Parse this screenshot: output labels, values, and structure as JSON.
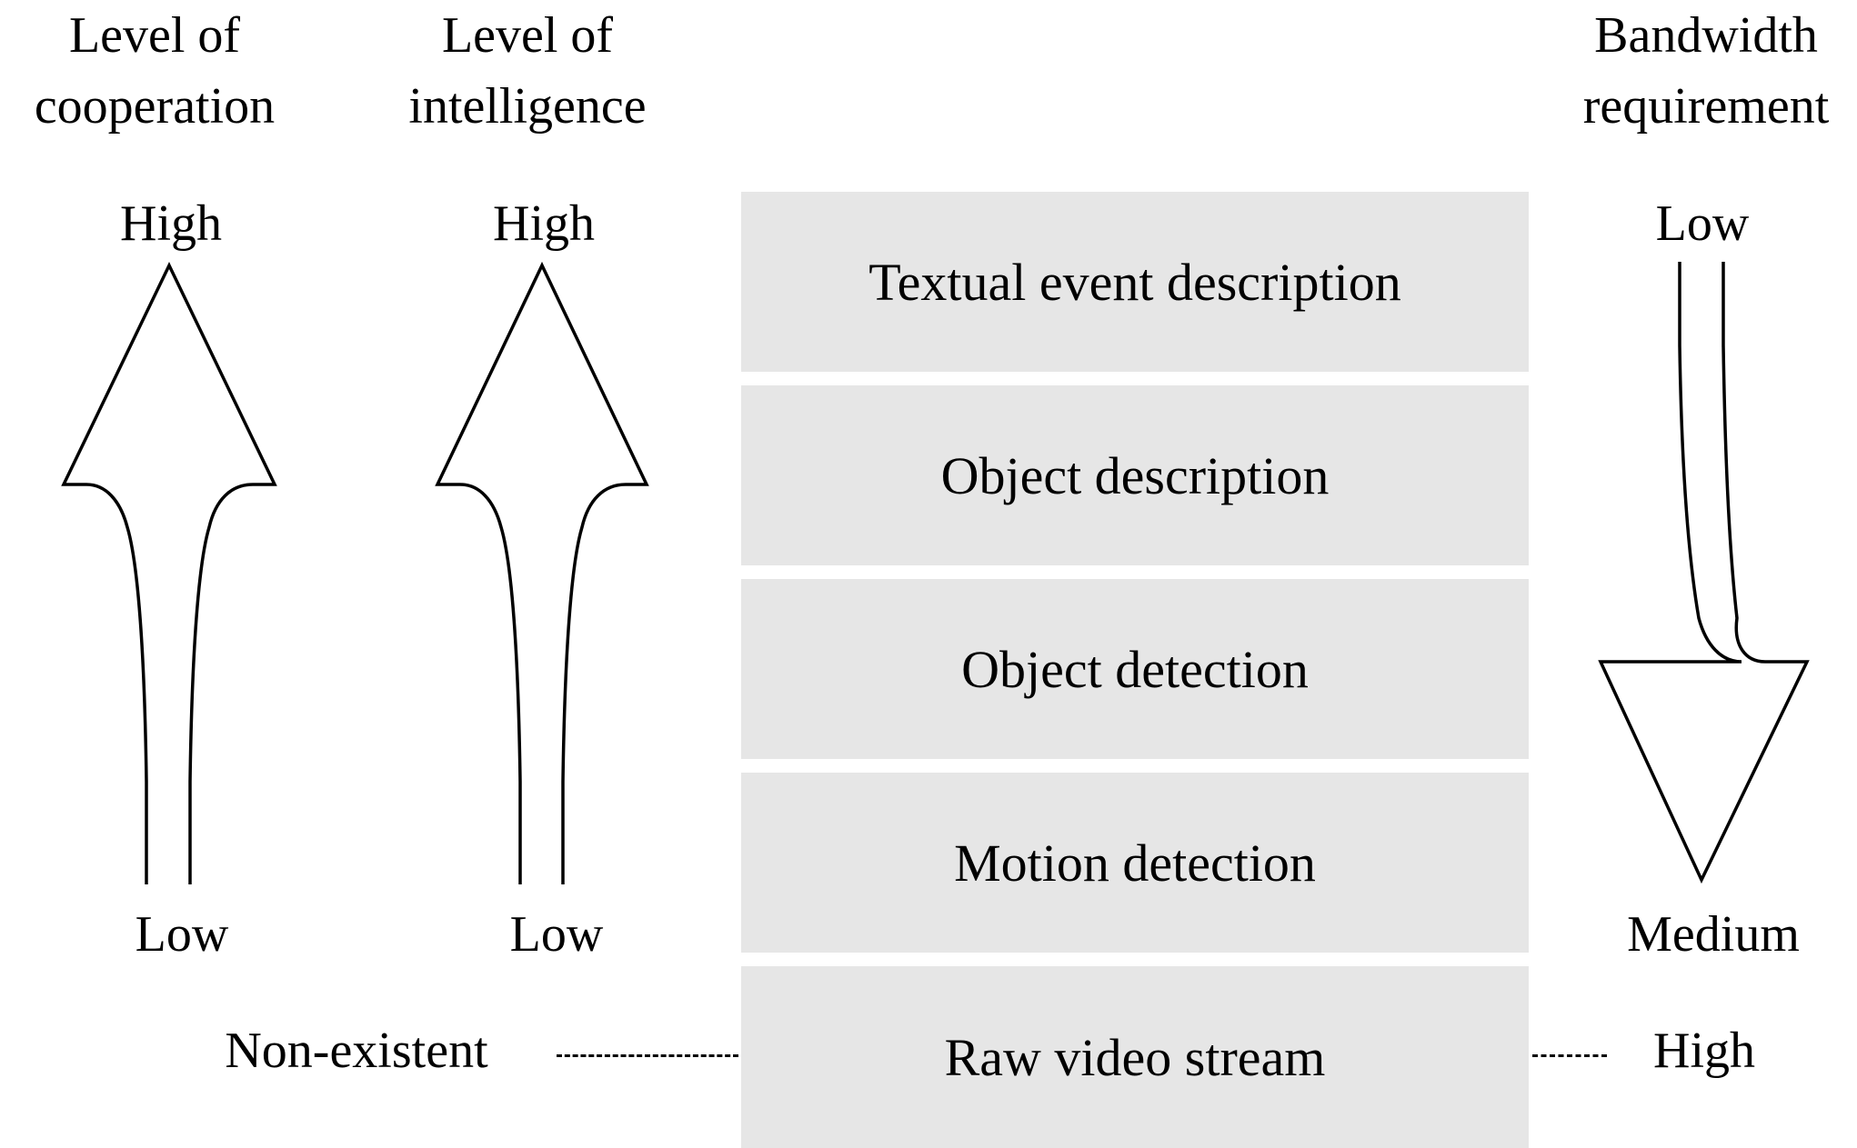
{
  "headers": {
    "cooperation": [
      "Level of",
      "cooperation"
    ],
    "intelligence": [
      "Level of",
      "intelligence"
    ],
    "bandwidth": [
      "Bandwidth",
      "requirement"
    ]
  },
  "arrow_labels": {
    "cooperation_top": "High",
    "cooperation_bottom": "Low",
    "intelligence_top": "High",
    "intelligence_bottom": "Low",
    "bandwidth_top": "Low",
    "bandwidth_bottom": "Medium"
  },
  "levels": [
    "Textual event description",
    "Object description",
    "Object detection",
    "Motion detection",
    "Raw video stream"
  ],
  "raw_row": {
    "left_label": "Non-existent",
    "right_label": "High"
  },
  "colors": {
    "box_fill": "#e6e6e6",
    "stroke": "#000000"
  }
}
